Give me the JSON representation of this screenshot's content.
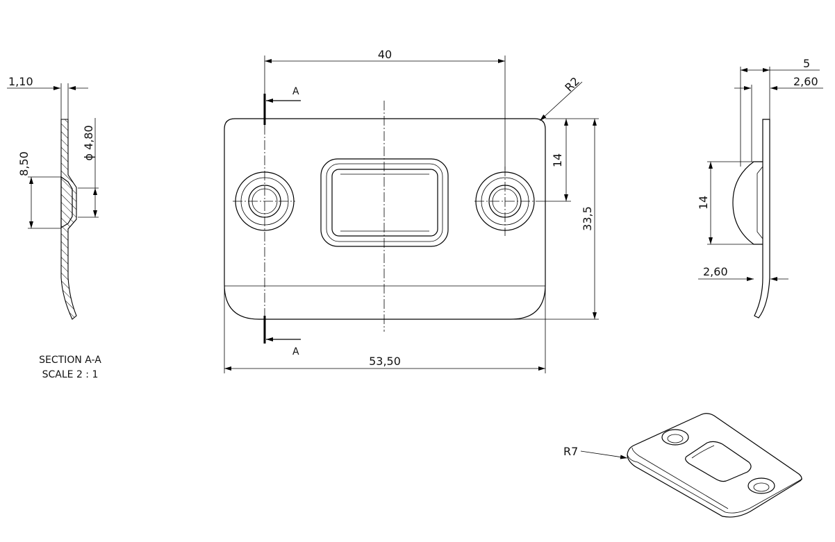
{
  "drawing": {
    "front_view": {
      "dim_hole_spacing": "40",
      "dim_width": "53,50",
      "dim_height": "33,5",
      "dim_hole_offset": "14",
      "dim_corner_radius": "R2",
      "section_mark_top": "A",
      "section_mark_bottom": "A"
    },
    "section_view": {
      "dim_thickness": "1,10",
      "dim_countersink": "8,50",
      "dim_hole_diameter": "ϕ 4,80",
      "title": "SECTION A-A",
      "scale": "SCALE 2 : 1"
    },
    "side_view": {
      "dim_depth": "5",
      "dim_offset_top": "2,60",
      "dim_bump_height": "14",
      "dim_offset_bottom": "2,60"
    },
    "iso_view": {
      "dim_bend_radius": "R7"
    }
  }
}
